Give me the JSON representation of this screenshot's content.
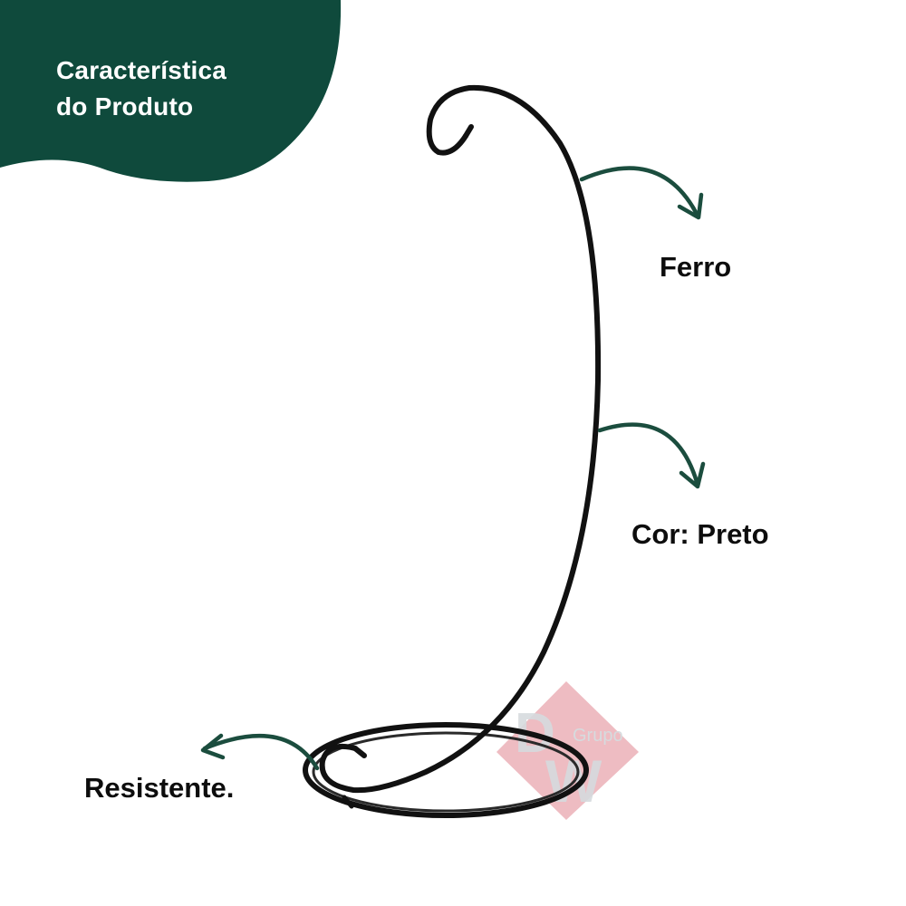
{
  "badge": {
    "line1": "Característica",
    "line2": "do Produto"
  },
  "features": {
    "material": "Ferro",
    "color": "Cor: Preto",
    "quality": "Resistente."
  },
  "watermark": {
    "brand": "Grupo"
  },
  "colors": {
    "badge_green": "#0f4a3c",
    "arrow_green": "#1b4d3e",
    "stand_black": "#111111"
  },
  "icons": [
    "arrow-ferro-icon",
    "arrow-cor-icon",
    "arrow-resistente-icon",
    "dw-logo-icon"
  ]
}
